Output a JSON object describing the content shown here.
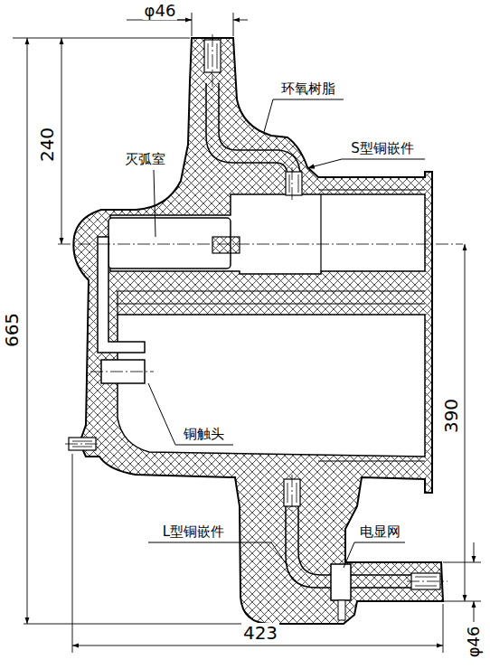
{
  "diagram": {
    "labels": [
      "φ46",
      "240",
      "环氧树脂",
      "S型铜嵌件",
      "灭弧室",
      "665",
      "铜触头",
      "390",
      "L型铜嵌件",
      "电显网",
      "423",
      "φ46"
    ]
  }
}
